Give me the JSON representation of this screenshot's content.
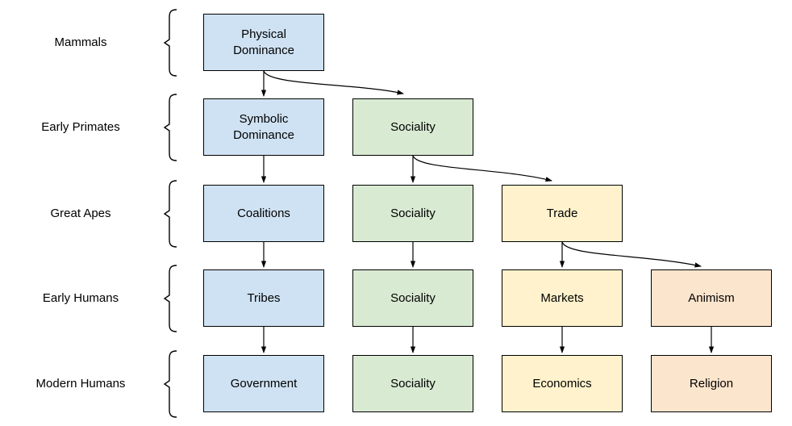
{
  "diagram": {
    "background": "#ffffff",
    "line_color": "#000000",
    "rows": [
      {
        "label": "Mammals"
      },
      {
        "label": "Early Primates"
      },
      {
        "label": "Great Apes"
      },
      {
        "label": "Early Humans"
      },
      {
        "label": "Modern Humans"
      }
    ],
    "lineages": [
      {
        "name": "dominance-governance",
        "color": "#cfe2f3"
      },
      {
        "name": "sociality",
        "color": "#d9ead3"
      },
      {
        "name": "trade-economics",
        "color": "#fff2cc"
      },
      {
        "name": "animism-religion",
        "color": "#fce5cd"
      }
    ],
    "boxes": [
      {
        "label": "Physical Dominance",
        "row": "Mammals",
        "lineage": "dominance-governance"
      },
      {
        "label": "Symbolic Dominance",
        "row": "Early Primates",
        "lineage": "dominance-governance"
      },
      {
        "label": "Sociality",
        "row": "Early Primates",
        "lineage": "sociality"
      },
      {
        "label": "Coalitions",
        "row": "Great Apes",
        "lineage": "dominance-governance"
      },
      {
        "label": "Sociality",
        "row": "Great Apes",
        "lineage": "sociality"
      },
      {
        "label": "Trade",
        "row": "Great Apes",
        "lineage": "trade-economics"
      },
      {
        "label": "Tribes",
        "row": "Early Humans",
        "lineage": "dominance-governance"
      },
      {
        "label": "Sociality",
        "row": "Early Humans",
        "lineage": "sociality"
      },
      {
        "label": "Markets",
        "row": "Early Humans",
        "lineage": "trade-economics"
      },
      {
        "label": "Animism",
        "row": "Early Humans",
        "lineage": "animism-religion"
      },
      {
        "label": "Government",
        "row": "Modern Humans",
        "lineage": "dominance-governance"
      },
      {
        "label": "Sociality",
        "row": "Modern Humans",
        "lineage": "sociality"
      },
      {
        "label": "Economics",
        "row": "Modern Humans",
        "lineage": "trade-economics"
      },
      {
        "label": "Religion",
        "row": "Modern Humans",
        "lineage": "animism-religion"
      }
    ],
    "edges": [
      {
        "from": "Physical Dominance",
        "to": "Symbolic Dominance",
        "type": "descent"
      },
      {
        "from": "Physical Dominance",
        "to": "Sociality (Early Primates)",
        "type": "branch"
      },
      {
        "from": "Symbolic Dominance",
        "to": "Coalitions",
        "type": "descent"
      },
      {
        "from": "Sociality (Early Primates)",
        "to": "Sociality (Great Apes)",
        "type": "descent"
      },
      {
        "from": "Sociality (Early Primates)",
        "to": "Trade",
        "type": "branch"
      },
      {
        "from": "Coalitions",
        "to": "Tribes",
        "type": "descent"
      },
      {
        "from": "Sociality (Great Apes)",
        "to": "Sociality (Early Humans)",
        "type": "descent"
      },
      {
        "from": "Trade",
        "to": "Markets",
        "type": "descent"
      },
      {
        "from": "Trade",
        "to": "Animism",
        "type": "branch"
      },
      {
        "from": "Tribes",
        "to": "Government",
        "type": "descent"
      },
      {
        "from": "Sociality (Early Humans)",
        "to": "Sociality (Modern Humans)",
        "type": "descent"
      },
      {
        "from": "Markets",
        "to": "Economics",
        "type": "descent"
      },
      {
        "from": "Animism",
        "to": "Religion",
        "type": "descent"
      }
    ]
  }
}
